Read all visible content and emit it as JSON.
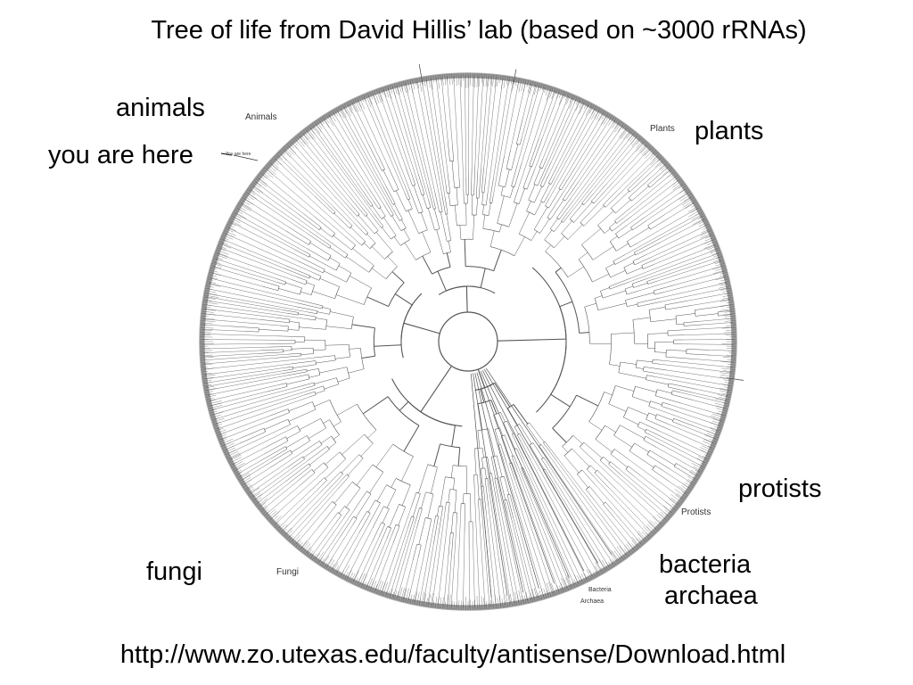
{
  "title": "Tree of life from David Hillis’ lab (based on ~3000 rRNAs)",
  "url": "http://www.zo.utexas.edu/faculty/antisense/Download.html",
  "labels": {
    "animals": "animals",
    "you_are_here": "you are here",
    "plants": "plants",
    "protists": "protists",
    "fungi": "fungi",
    "bacteria": "bacteria",
    "archaea": "archaea"
  },
  "tree_labels": {
    "animals": "Animals",
    "you_are_here": "You are here",
    "plants": "Plants",
    "protists": "Protists",
    "fungi": "Fungi",
    "bacteria": "Bacteria",
    "archaea": "Archaea"
  },
  "colors": {
    "text": "#000000",
    "tree_line": "#555555",
    "tree_rim": "#444444"
  }
}
